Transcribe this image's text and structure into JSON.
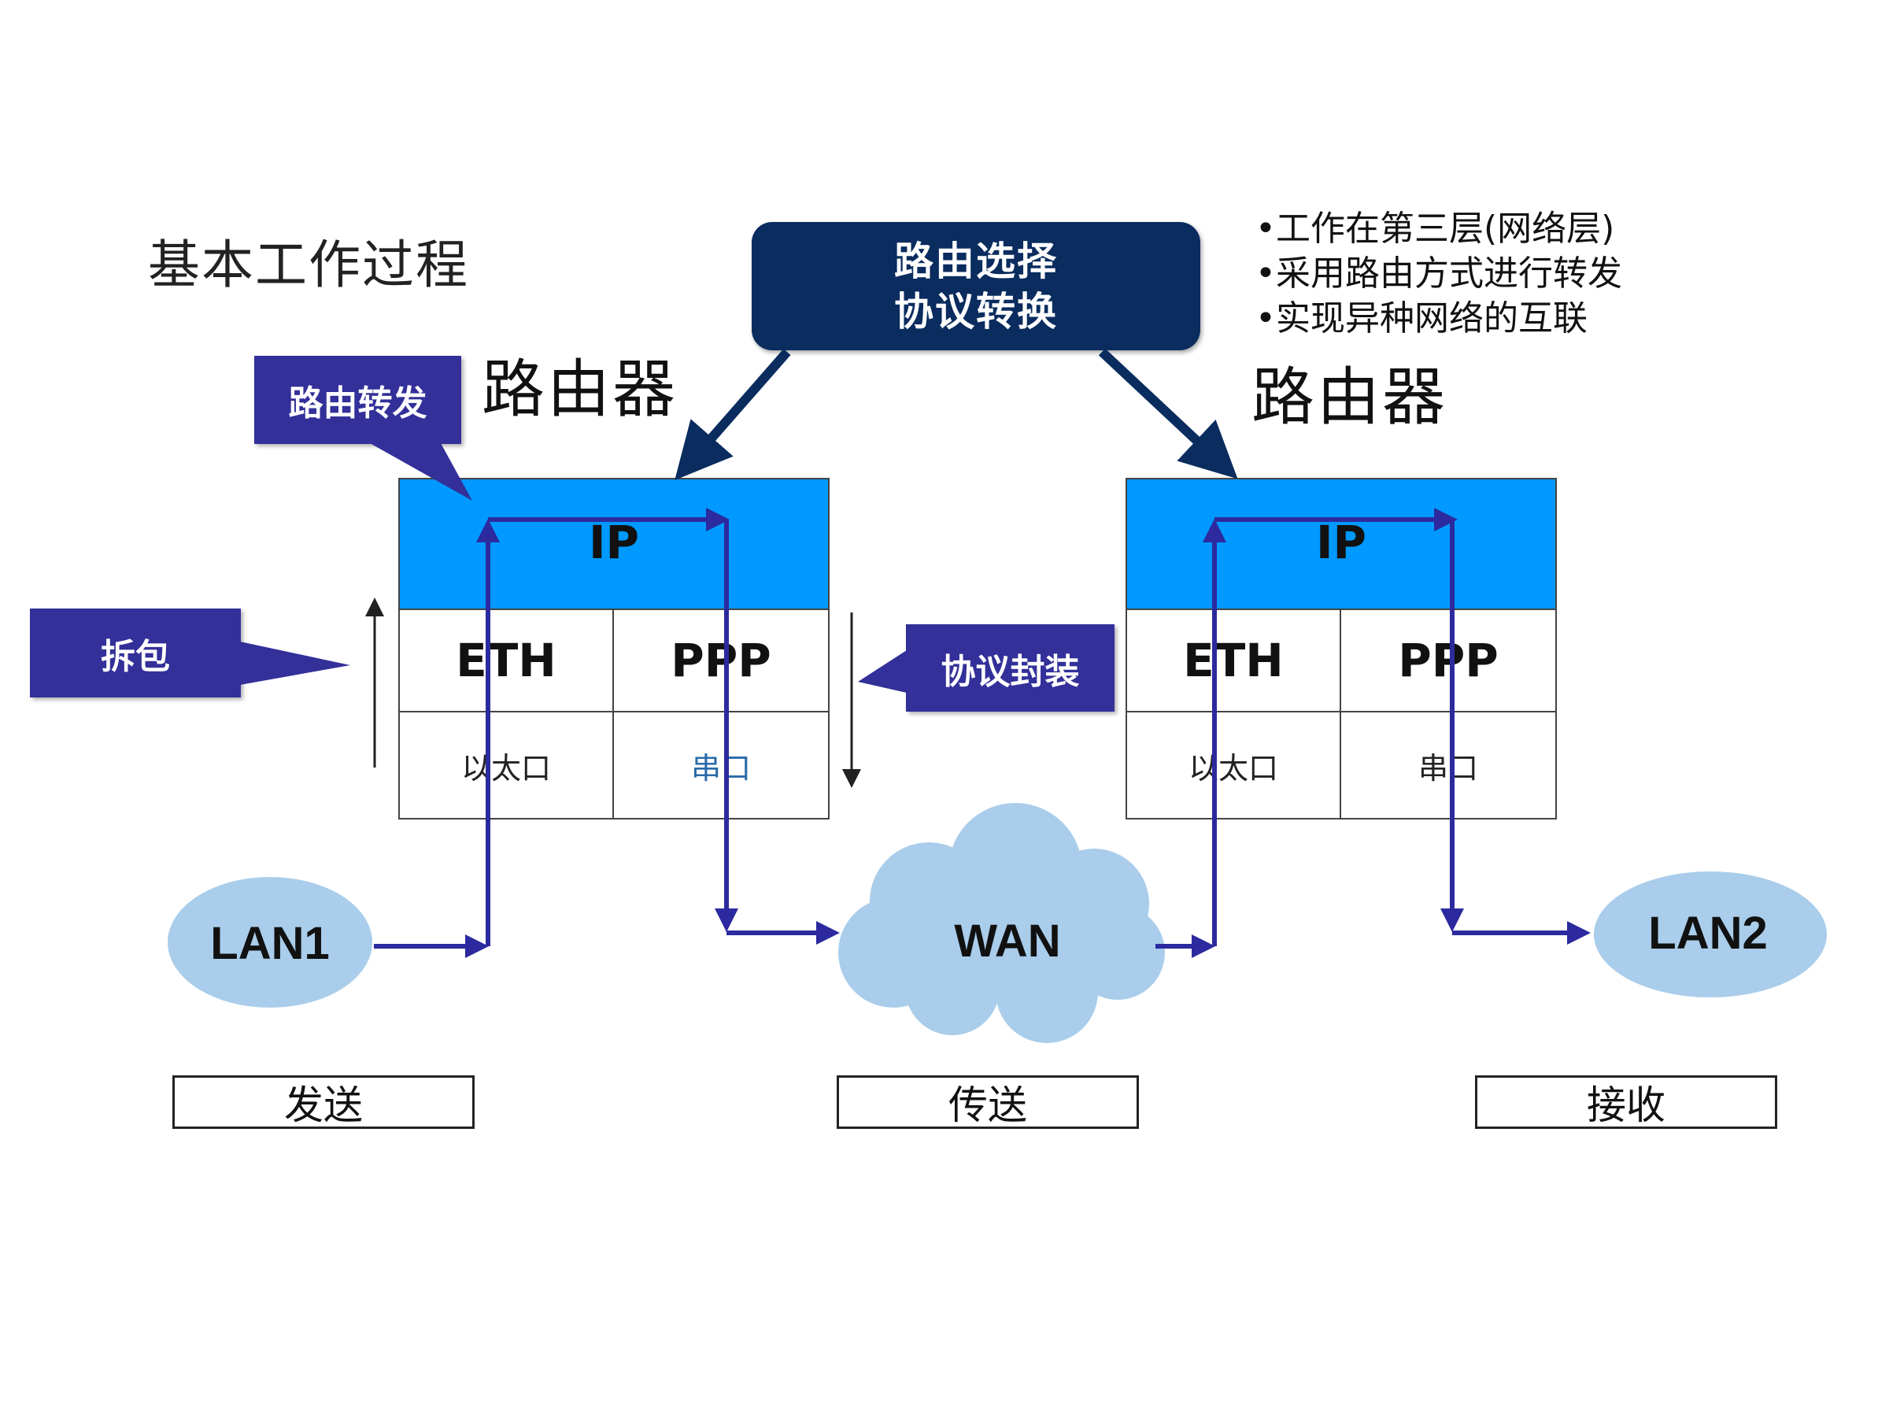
{
  "title": "基本工作过程",
  "router_label": "路由器",
  "top_box": {
    "line1": "路由选择",
    "line2": "协议转换"
  },
  "bullets": [
    "•工作在第三层(网络层)",
    "•采用路由方式进行转发",
    "•实现异种网络的互联"
  ],
  "callouts": {
    "forward": "路由转发",
    "unpack": "拆包",
    "encap": "协议封装"
  },
  "router_left": {
    "ip": "IP",
    "proto_left": "ETH",
    "proto_right": "PPP",
    "port_left": "以太口",
    "port_right": "串口"
  },
  "router_right": {
    "ip": "IP",
    "proto_left": "ETH",
    "proto_right": "PPP",
    "port_left": "以太口",
    "port_right": "串口"
  },
  "networks": {
    "lan1": "LAN1",
    "wan": "WAN",
    "lan2": "LAN2"
  },
  "stages": {
    "send": "发送",
    "transmit": "传送",
    "receive": "接收"
  },
  "colors": {
    "top_box": "#0a2c5e",
    "callout": "#33309a",
    "ip_layer": "#0099ff",
    "cloud": "#a9cdea",
    "path": "#2c2a9e"
  }
}
